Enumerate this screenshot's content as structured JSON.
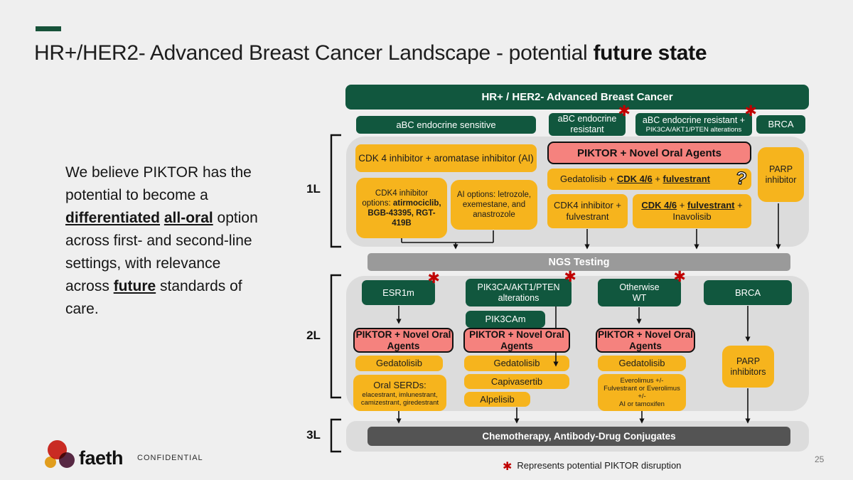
{
  "colors": {
    "brand_green": "#11573E",
    "accent_yellow": "#F6B41D",
    "salmon_pink": "#F5827E",
    "panel_gray": "#DCDCDC",
    "ngs_gray": "#9A9A9A",
    "dark_bar_gray": "#545454",
    "alert_red": "#C00000",
    "logo_red": "#C92B23",
    "logo_yellow": "#F0A81F",
    "logo_purple": "#5D2A47"
  },
  "slide": {
    "title_regular": "HR+/HER2- Advanced Breast Cancer Landscape - potential ",
    "title_bold": "future state",
    "page_number": "25",
    "confidential_label": "CONFIDENTIAL",
    "logo_text": "faeth",
    "footnote_marker": "✱",
    "footnote_text": "Represents potential PIKTOR disruption"
  },
  "intro": {
    "seg1": "We believe PIKTOR has the potential to become a ",
    "emph1": "differentiated",
    "space": " ",
    "emph2": "all-oral",
    "seg2": " option across first- and second-line settings, with relevance across ",
    "emph3": "future",
    "seg3": " standards of care."
  },
  "diagram": {
    "asterisk": "✱",
    "question_mark": "?",
    "header": "HR+ / HER2- Advanced Breast Cancer",
    "top_row": {
      "sensitive": "aBC endocrine sensitive",
      "resistant": "aBC endocrine resistant",
      "resistant_alt_line1": "aBC endocrine resistant +",
      "resistant_alt_line2": "PIK3CA/AKT1/PTEN alterations",
      "brca": "BRCA"
    },
    "row_labels": {
      "first": "1L",
      "second": "2L",
      "third": "3L"
    },
    "first_line": {
      "cdk4_ai": "CDK 4 inhibitor + aromatase inhibitor (AI)",
      "cdk4_options_label": "CDK4 inhibitor options: ",
      "cdk4_options_drugs": "atirmociclib, BGB-43395, RGT-419B",
      "ai_options": "AI options: letrozole, exemestane, and anastrozole",
      "piktor": "PIKTOR + Novel Oral Agents",
      "combo_seg1": "Gedatolisib + ",
      "combo_drug1": "CDK 4/6",
      "combo_seg2": " + ",
      "combo_drug2": "fulvestrant",
      "cdk4_fulvestrant": "CDK4 inhibitor + fulvestrant",
      "cdk46_drug1": "CDK 4/6",
      "cdk46_seg1": " + ",
      "cdk46_drug2": "fulvestrant",
      "cdk46_seg2": " + Inavolisib",
      "parp": "PARP inhibitor"
    },
    "ngs_bar": "NGS Testing",
    "second_line": {
      "esr1m": "ESR1m",
      "pik3ca_line1": "PIK3CA/AKT1/PTEN",
      "pik3ca_line2": "alterations",
      "pik3cam": "PIK3CAm",
      "otherwise_line1": "Otherwise",
      "otherwise_line2": "WT",
      "brca": "BRCA",
      "piktor": "PIKTOR + Novel Oral Agents",
      "gedatolisib": "Gedatolisib",
      "serds_label": "Oral SERDs:",
      "serds_line1": "elacestrant, imlunestrant,",
      "serds_line2": "camizestrant, giredestrant",
      "capivasertib": "Capivasertib",
      "alpelisib": "Alpelisib",
      "everolimus_line1": "Everolimus +/-",
      "everolimus_line2": "Fulvestrant or Everolimus",
      "everolimus_line3": "+/-",
      "everolimus_line4": "AI or tamoxifen",
      "parp": "PARP inhibitors"
    },
    "third_line": {
      "chemo": "Chemotherapy, Antibody-Drug Conjugates"
    }
  }
}
